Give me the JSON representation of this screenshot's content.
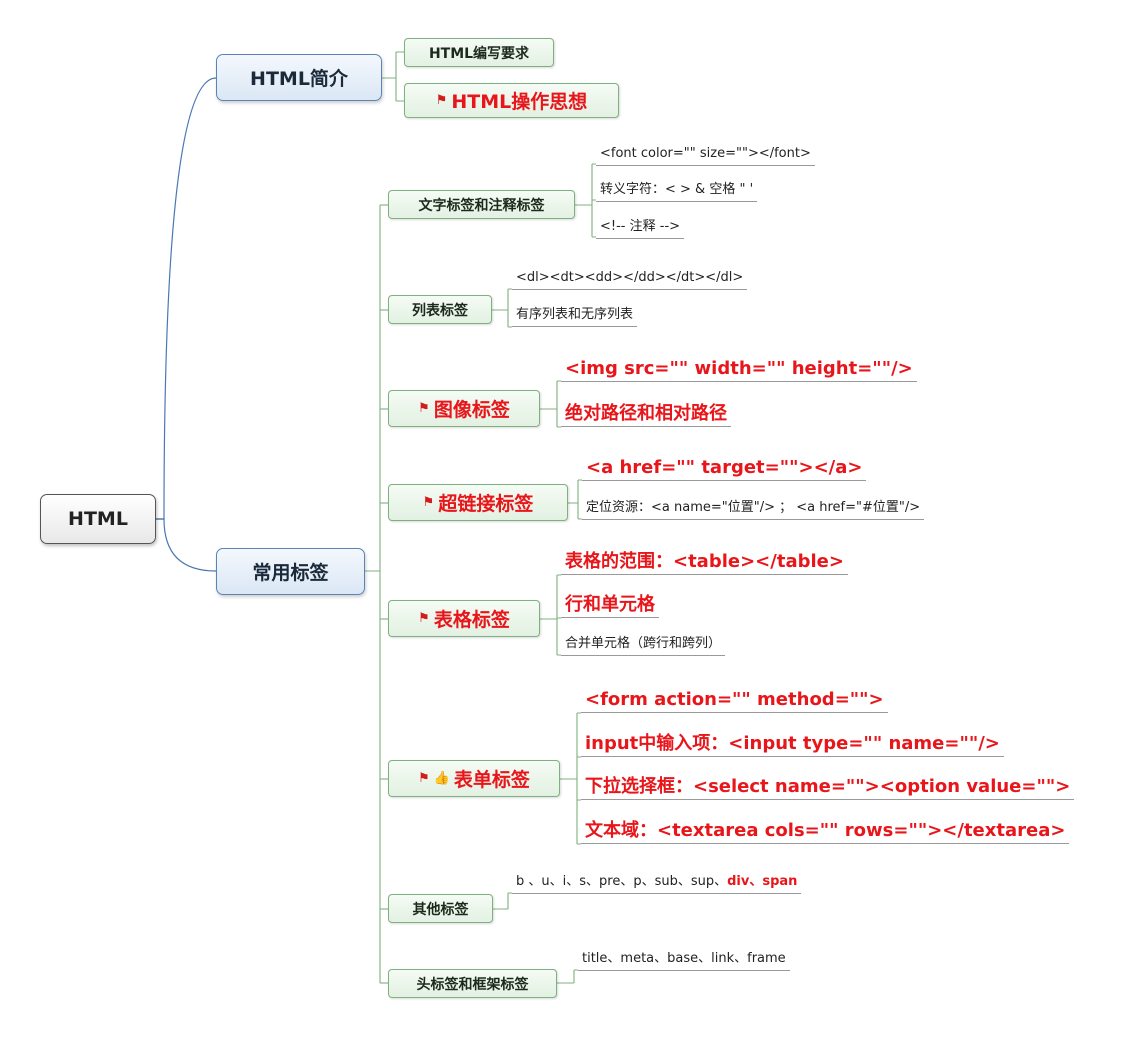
{
  "root": {
    "label": "HTML"
  },
  "intro": {
    "label": "HTML简介",
    "children": [
      {
        "label": "HTML编写要求"
      },
      {
        "label": "HTML操作思想"
      }
    ]
  },
  "common": {
    "label": "常用标签",
    "text_tags": {
      "label": "文字标签和注释标签",
      "leaves": [
        "<font color=\"\" size=\"\"></font>",
        "转义字符：< > & 空格 \" '",
        "<!-- 注释 -->"
      ]
    },
    "list_tags": {
      "label": "列表标签",
      "leaves": [
        "<dl><dt><dd></dd></dt></dl>",
        "有序列表和无序列表"
      ]
    },
    "image_tags": {
      "label": "图像标签",
      "leaves": [
        "<img src=\"\" width=\"\" height=\"\"/>",
        "绝对路径和相对路径"
      ]
    },
    "link_tags": {
      "label": "超链接标签",
      "leaves": [
        "<a href=\"\" target=\"\"></a>",
        "定位资源：<a name=\"位置\"/> ； <a href=\"#位置\"/>"
      ]
    },
    "table_tags": {
      "label": "表格标签",
      "leaves": [
        "表格的范围：<table></table>",
        "行和单元格",
        "合并单元格（跨行和跨列）"
      ]
    },
    "form_tags": {
      "label": "表单标签",
      "leaves": [
        "<form action=\"\" method=\"\">",
        "input中输入项：<input type=\"\" name=\"\"/>",
        "下拉选择框：<select name=\"\"><option value=\"\">",
        "文本域：<textarea cols=\"\" rows=\"\"></textarea>"
      ]
    },
    "other_tags": {
      "label": "其他标签",
      "leaf_plain": "b 、u、i、s、pre、p、sub、sup、",
      "leaf_red": "div、span"
    },
    "head_tags": {
      "label": "头标签和框架标签",
      "leaves": [
        "title、meta、base、link、frame"
      ]
    }
  },
  "icons": {
    "flag": "flag-icon",
    "thumb": "thumbs-up-icon"
  },
  "colors": {
    "emphasis": "#e8161a",
    "main_border": "#5a83b8",
    "sub_border": "#7fb07f",
    "connector_main": "#4a78b0",
    "connector_sub": "#7fb07f"
  }
}
